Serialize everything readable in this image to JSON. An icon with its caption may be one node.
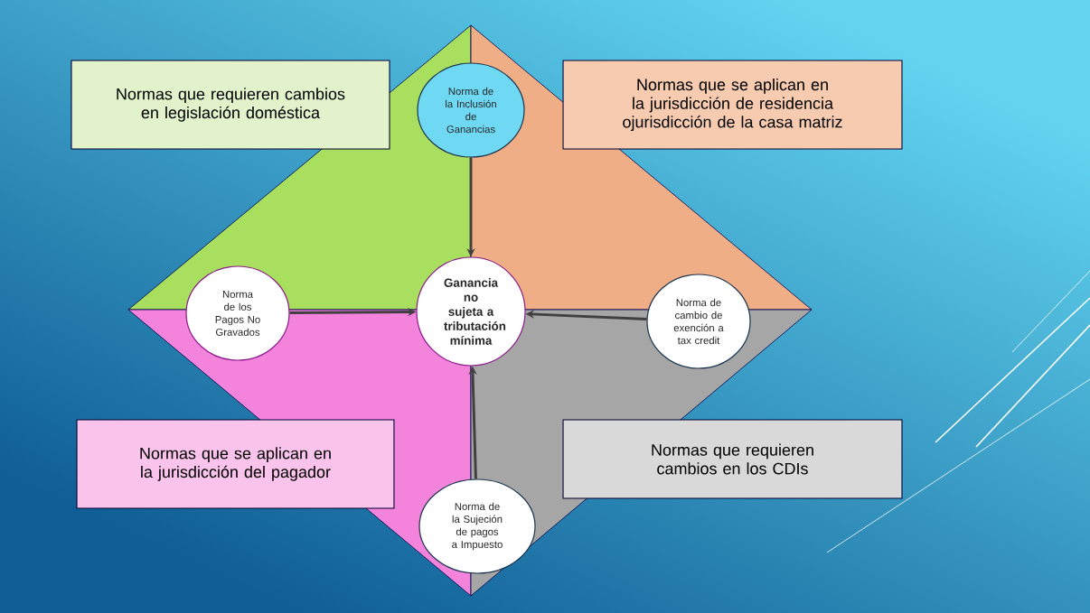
{
  "diagram": {
    "nodes": [
      {
        "text": [
          "Normas que requieren cambios en legislación doméstica"
        ]
      },
      {
        "text": [
          "Normas que se aplican en la jurisdicción de residencia ojurisdicción de la casa matriz"
        ]
      },
      {
        "text": [
          "Normas que se aplican en la jurisdicción del pagador"
        ]
      },
      {
        "text": [
          "Normas que requieren cambios en los CDIs"
        ]
      },
      {
        "text": [
          "Ganancia no sujeta a tributación mínima"
        ]
      },
      {
        "text": [
          "Norma de la Inclusión de Ganancias"
        ]
      },
      {
        "text": [
          "Norma de los Pagos No Gravados"
        ]
      },
      {
        "text": [
          "Norma de cambio de exención a tax credit"
        ]
      },
      {
        "text": [
          "Norma de la Sujeción de pagos a Impuesto"
        ]
      }
    ],
    "edges": [
      {
        "from": 5,
        "to": 4,
        "arrow": "to"
      },
      {
        "from": 6,
        "to": 4,
        "arrow": "to"
      },
      {
        "from": 7,
        "to": 4,
        "arrow": "to"
      },
      {
        "from": 8,
        "to": 4,
        "arrow": "to"
      }
    ]
  }
}
